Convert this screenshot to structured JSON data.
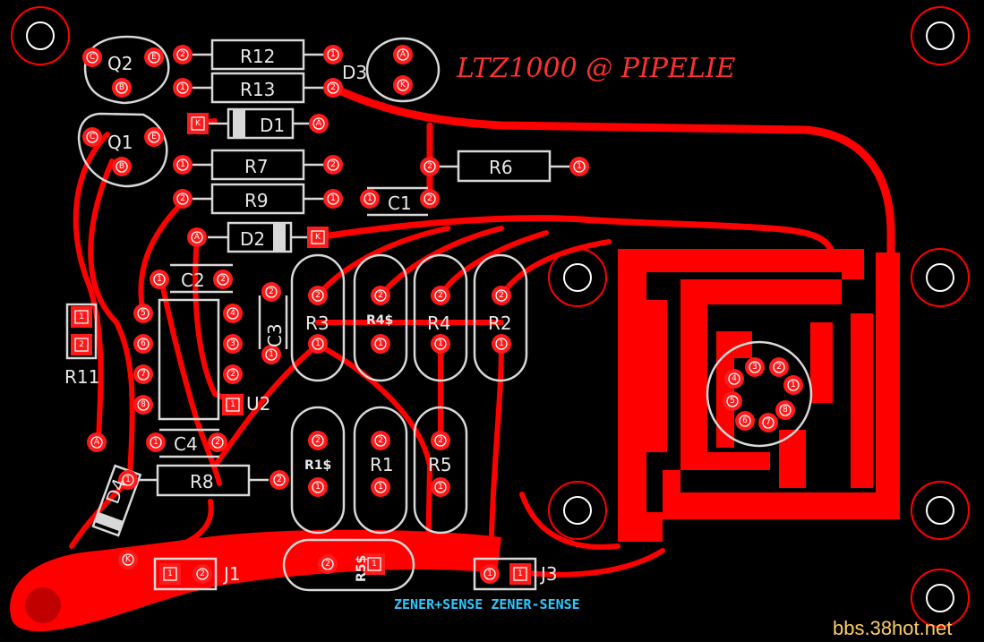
{
  "board": {
    "title": "LTZ1000 @ PIPELIE",
    "watermark": "bbs.38hot.net",
    "colors": {
      "copper": "#ff0000",
      "silk": "#d8d8d8",
      "label": "#2fc7ff",
      "background": "#000000"
    }
  },
  "refs": {
    "q2": "Q2",
    "q1": "Q1",
    "r12": "R12",
    "r13": "R13",
    "d3": "D3",
    "d1": "D1",
    "r7": "R7",
    "r6": "R6",
    "r9": "R9",
    "c1": "C1",
    "d2": "D2",
    "c2": "C2",
    "c3": "C3",
    "r3": "R3",
    "r4s": "R4$",
    "r4": "R4",
    "r2": "R2",
    "r11": "R11",
    "u2": "U2",
    "c4": "C4",
    "r8": "R8",
    "r1s": "R1$",
    "r1": "R1",
    "r5": "R5",
    "d4": "D4",
    "j1": "J1",
    "r5s": "R5$",
    "j3": "J3"
  },
  "pins": {
    "c": "C",
    "e": "E",
    "b": "B",
    "a": "A",
    "k": "K",
    "p1": "1",
    "p2": "2",
    "p3": "3",
    "p4": "4",
    "p5": "5",
    "p6": "6",
    "p7": "7",
    "p8": "8"
  },
  "labels": {
    "zener_sense": "ZENER+SENSE ZENER-SENSE"
  }
}
